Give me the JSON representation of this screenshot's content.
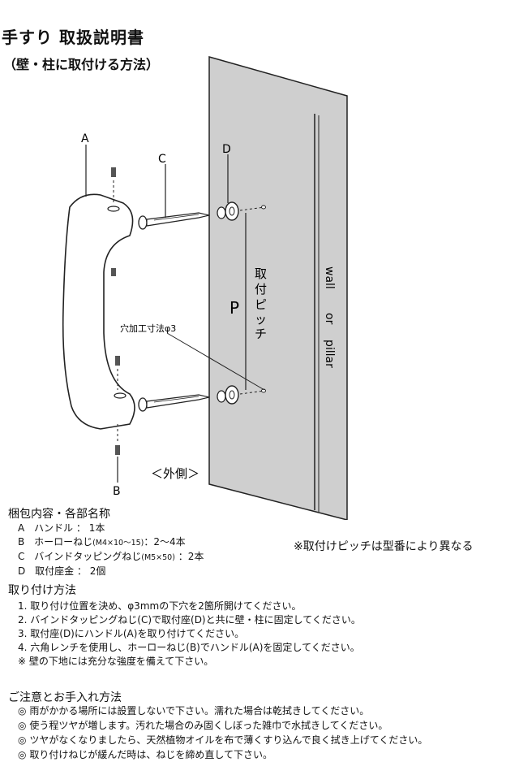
{
  "header": {
    "title": "手すり 取扱説明書",
    "subtitle": "（壁・柱に取付ける方法）"
  },
  "diagram": {
    "labels": {
      "a": "A",
      "b": "B",
      "c": "C",
      "d": "D",
      "p": "P",
      "pitch": [
        "取",
        "付",
        "ピ",
        "ッ",
        "チ"
      ],
      "hole": "穴加工寸法φ3",
      "outside": "＜外側＞",
      "wall": "wall",
      "or": "or",
      "pillar": "pillar"
    },
    "colors": {
      "wall_fill": "#cfcfcf",
      "stroke": "#222222"
    }
  },
  "package": {
    "title": "梱包内容・各部名称",
    "items": [
      {
        "key": "A",
        "name": "ハンドル",
        "sep": "：",
        "spec": "",
        "qty": "1本"
      },
      {
        "key": "B",
        "name": "ホーローねじ",
        "sep": "：",
        "spec": "(M4×10～15)",
        "qty": "2～4本"
      },
      {
        "key": "C",
        "name": "バインドタッピングねじ",
        "sep": "：",
        "spec": "(M5×50)",
        "qty": "2本"
      },
      {
        "key": "D",
        "name": "取付座金",
        "sep": "：",
        "spec": "",
        "qty": "2個"
      }
    ]
  },
  "pitch_note": "※取付けピッチは型番により異なる",
  "installation": {
    "title": "取り付け方法",
    "steps": [
      "1. 取り付け位置を決め、φ3mmの下穴を2箇所開けてください。",
      "2. バインドタッピングねじ(C)で取付座(D)と共に壁・柱に固定してください。",
      "3. 取付座(D)にハンドル(A)を取り付けてください。",
      "4. 六角レンチを使用し、ホーローねじ(B)でハンドル(A)を固定してください。",
      "※ 壁の下地には充分な強度を備えて下さい。"
    ]
  },
  "care": {
    "title": "ご注意とお手入れ方法",
    "bullet": "◎",
    "items": [
      "雨がかかる場所には設置しないで下さい。濡れた場合は乾拭きしてください。",
      "使う程ツヤが増します。汚れた場合のみ固くしぼった雑巾で水拭きしてください。",
      "ツヤがなくなりましたら、天然植物オイルを布で薄くすり込んで良く拭き上げてください。",
      "取り付けねじが緩んだ時は、ねじを締め直して下さい。"
    ]
  }
}
